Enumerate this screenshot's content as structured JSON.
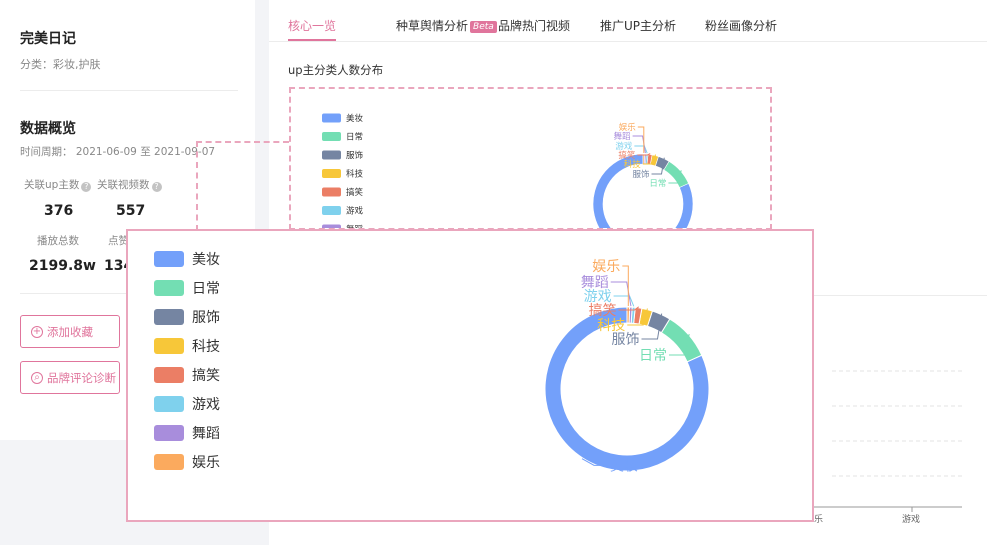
{
  "sidebar": {
    "brand": "完美日记",
    "category": "分类：彩妆,护肤",
    "overview_title": "数据概览",
    "period": "时间周期：  2021-06-09 至 2021-09-07",
    "stats": [
      {
        "label": "关联up主数",
        "value": "376"
      },
      {
        "label": "关联视频数",
        "value": "557"
      },
      {
        "label": "播放总数",
        "value": "2199.8w"
      },
      {
        "label": "点赞",
        "value": "134"
      }
    ],
    "favorite_button": "添加收藏",
    "diagnose_button": "品牌评论诊断"
  },
  "tabs": [
    {
      "label": "核心一览",
      "active": true
    },
    {
      "label": "种草舆情分析",
      "badge": "Beta"
    },
    {
      "label": "品牌热门视频"
    },
    {
      "label": "推广UP主分析"
    },
    {
      "label": "粉丝画像分析"
    }
  ],
  "section_title": "up主分类人数分布",
  "background_axis": {
    "tick_labels": [
      "乐",
      "游戏"
    ]
  },
  "chart_data": {
    "type": "pie",
    "donut": true,
    "legend_position": "left",
    "categories": [
      "美妆",
      "日常",
      "服饰",
      "科技",
      "搞笑",
      "游戏",
      "舞蹈",
      "娱乐"
    ],
    "values": [
      81.6,
      9.5,
      3.7,
      2.1,
      1.3,
      0.6,
      0.5,
      0.5
    ],
    "colors": [
      "#73a0fa",
      "#73deb3",
      "#7585a2",
      "#f7c739",
      "#eb7e65",
      "#7fd1ed",
      "#a88ddc",
      "#fbaa5e"
    ]
  }
}
